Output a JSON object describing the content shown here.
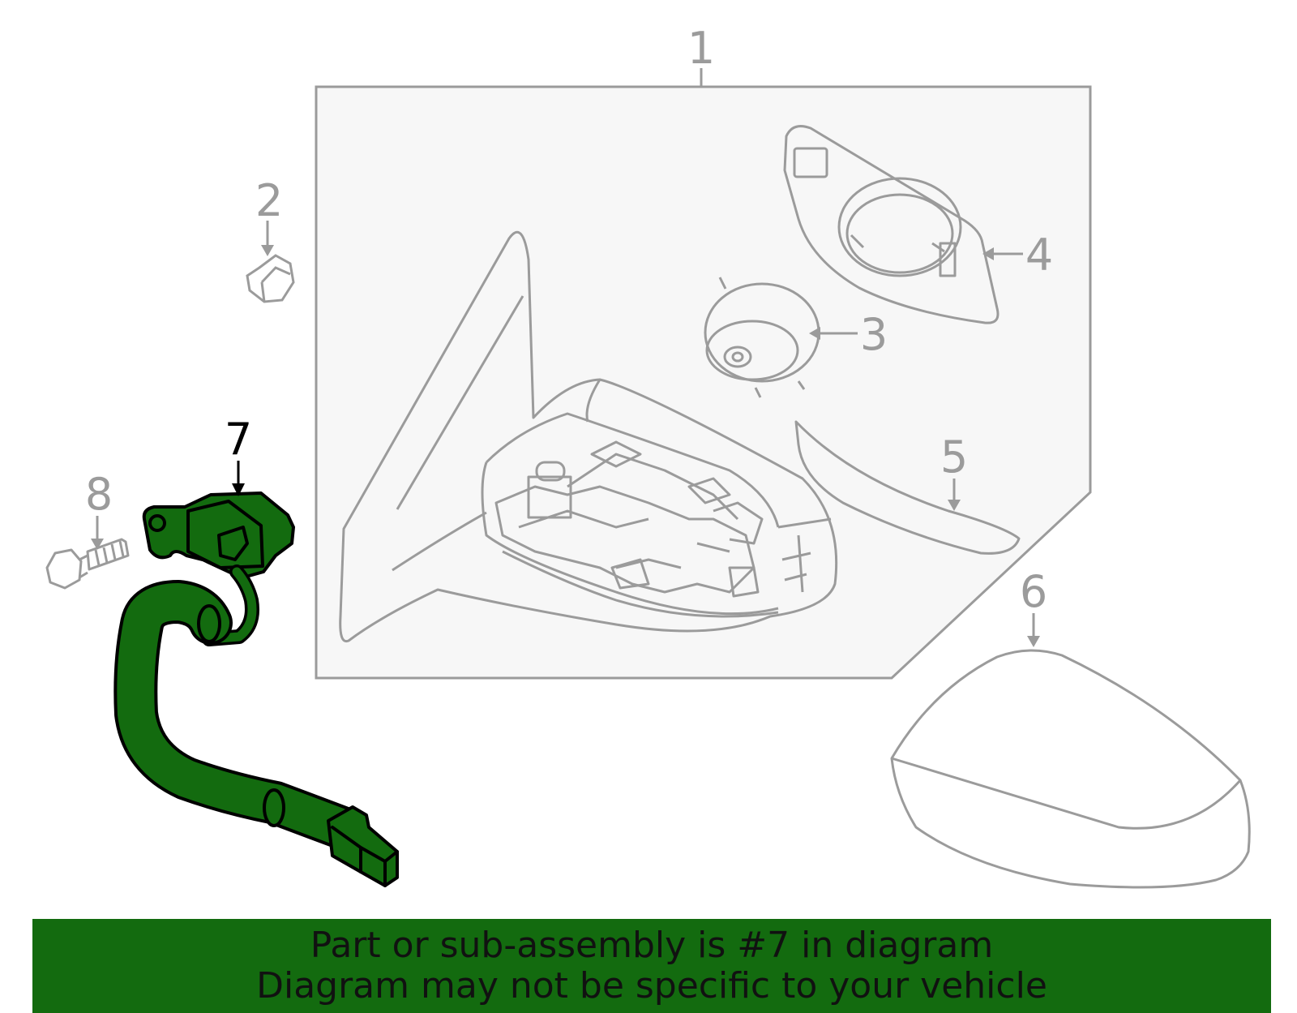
{
  "colors": {
    "line": "#9b9b9b",
    "highlight_fill": "#136b0f",
    "highlight_stroke": "#000000",
    "box_fill": "#f7f7f7",
    "banner": "#136b0f"
  },
  "callouts": {
    "c1": "1",
    "c2": "2",
    "c3": "3",
    "c4": "4",
    "c5": "5",
    "c6": "6",
    "c7": "7",
    "c8": "8"
  },
  "banner": {
    "line1": "Part or sub-assembly is #7 in diagram",
    "line2": "Diagram may not be specific to your vehicle"
  }
}
